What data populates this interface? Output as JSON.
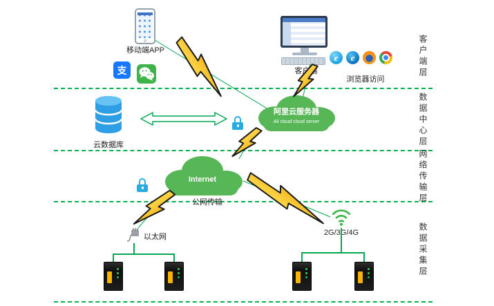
{
  "palette": {
    "line_green": "#00a650",
    "dash_green": "#00b050",
    "cloud_green": "#57b757",
    "lock_blue": "#29abe2",
    "db_blue": "#2f9fe5",
    "bolt_yellow": "#ffd21f",
    "device_black": "#141414"
  },
  "layers": [
    {
      "label": "客户端层"
    },
    {
      "label": "数据中心层"
    },
    {
      "label": "网络传输层"
    },
    {
      "label": "数据采集层"
    }
  ],
  "client_layer": {
    "mobile_app_label": "移动端APP",
    "alipay_glyph": "支",
    "client_pc_label": "客户端",
    "browser_label": "浏览器访问",
    "ie_glyph": "e",
    "edge_glyph": "e"
  },
  "datacenter_layer": {
    "cloud_db_label": "云数据库",
    "ali_cloud_title": "阿里云服务器",
    "ali_cloud_subtitle": "Ali cloud cloud server"
  },
  "network_layer": {
    "internet_title": "Internet",
    "public_net_label": "公网传输"
  },
  "collection_layer": {
    "ethernet_label": "以太网",
    "cellular_label": "2G/3G/4G"
  }
}
